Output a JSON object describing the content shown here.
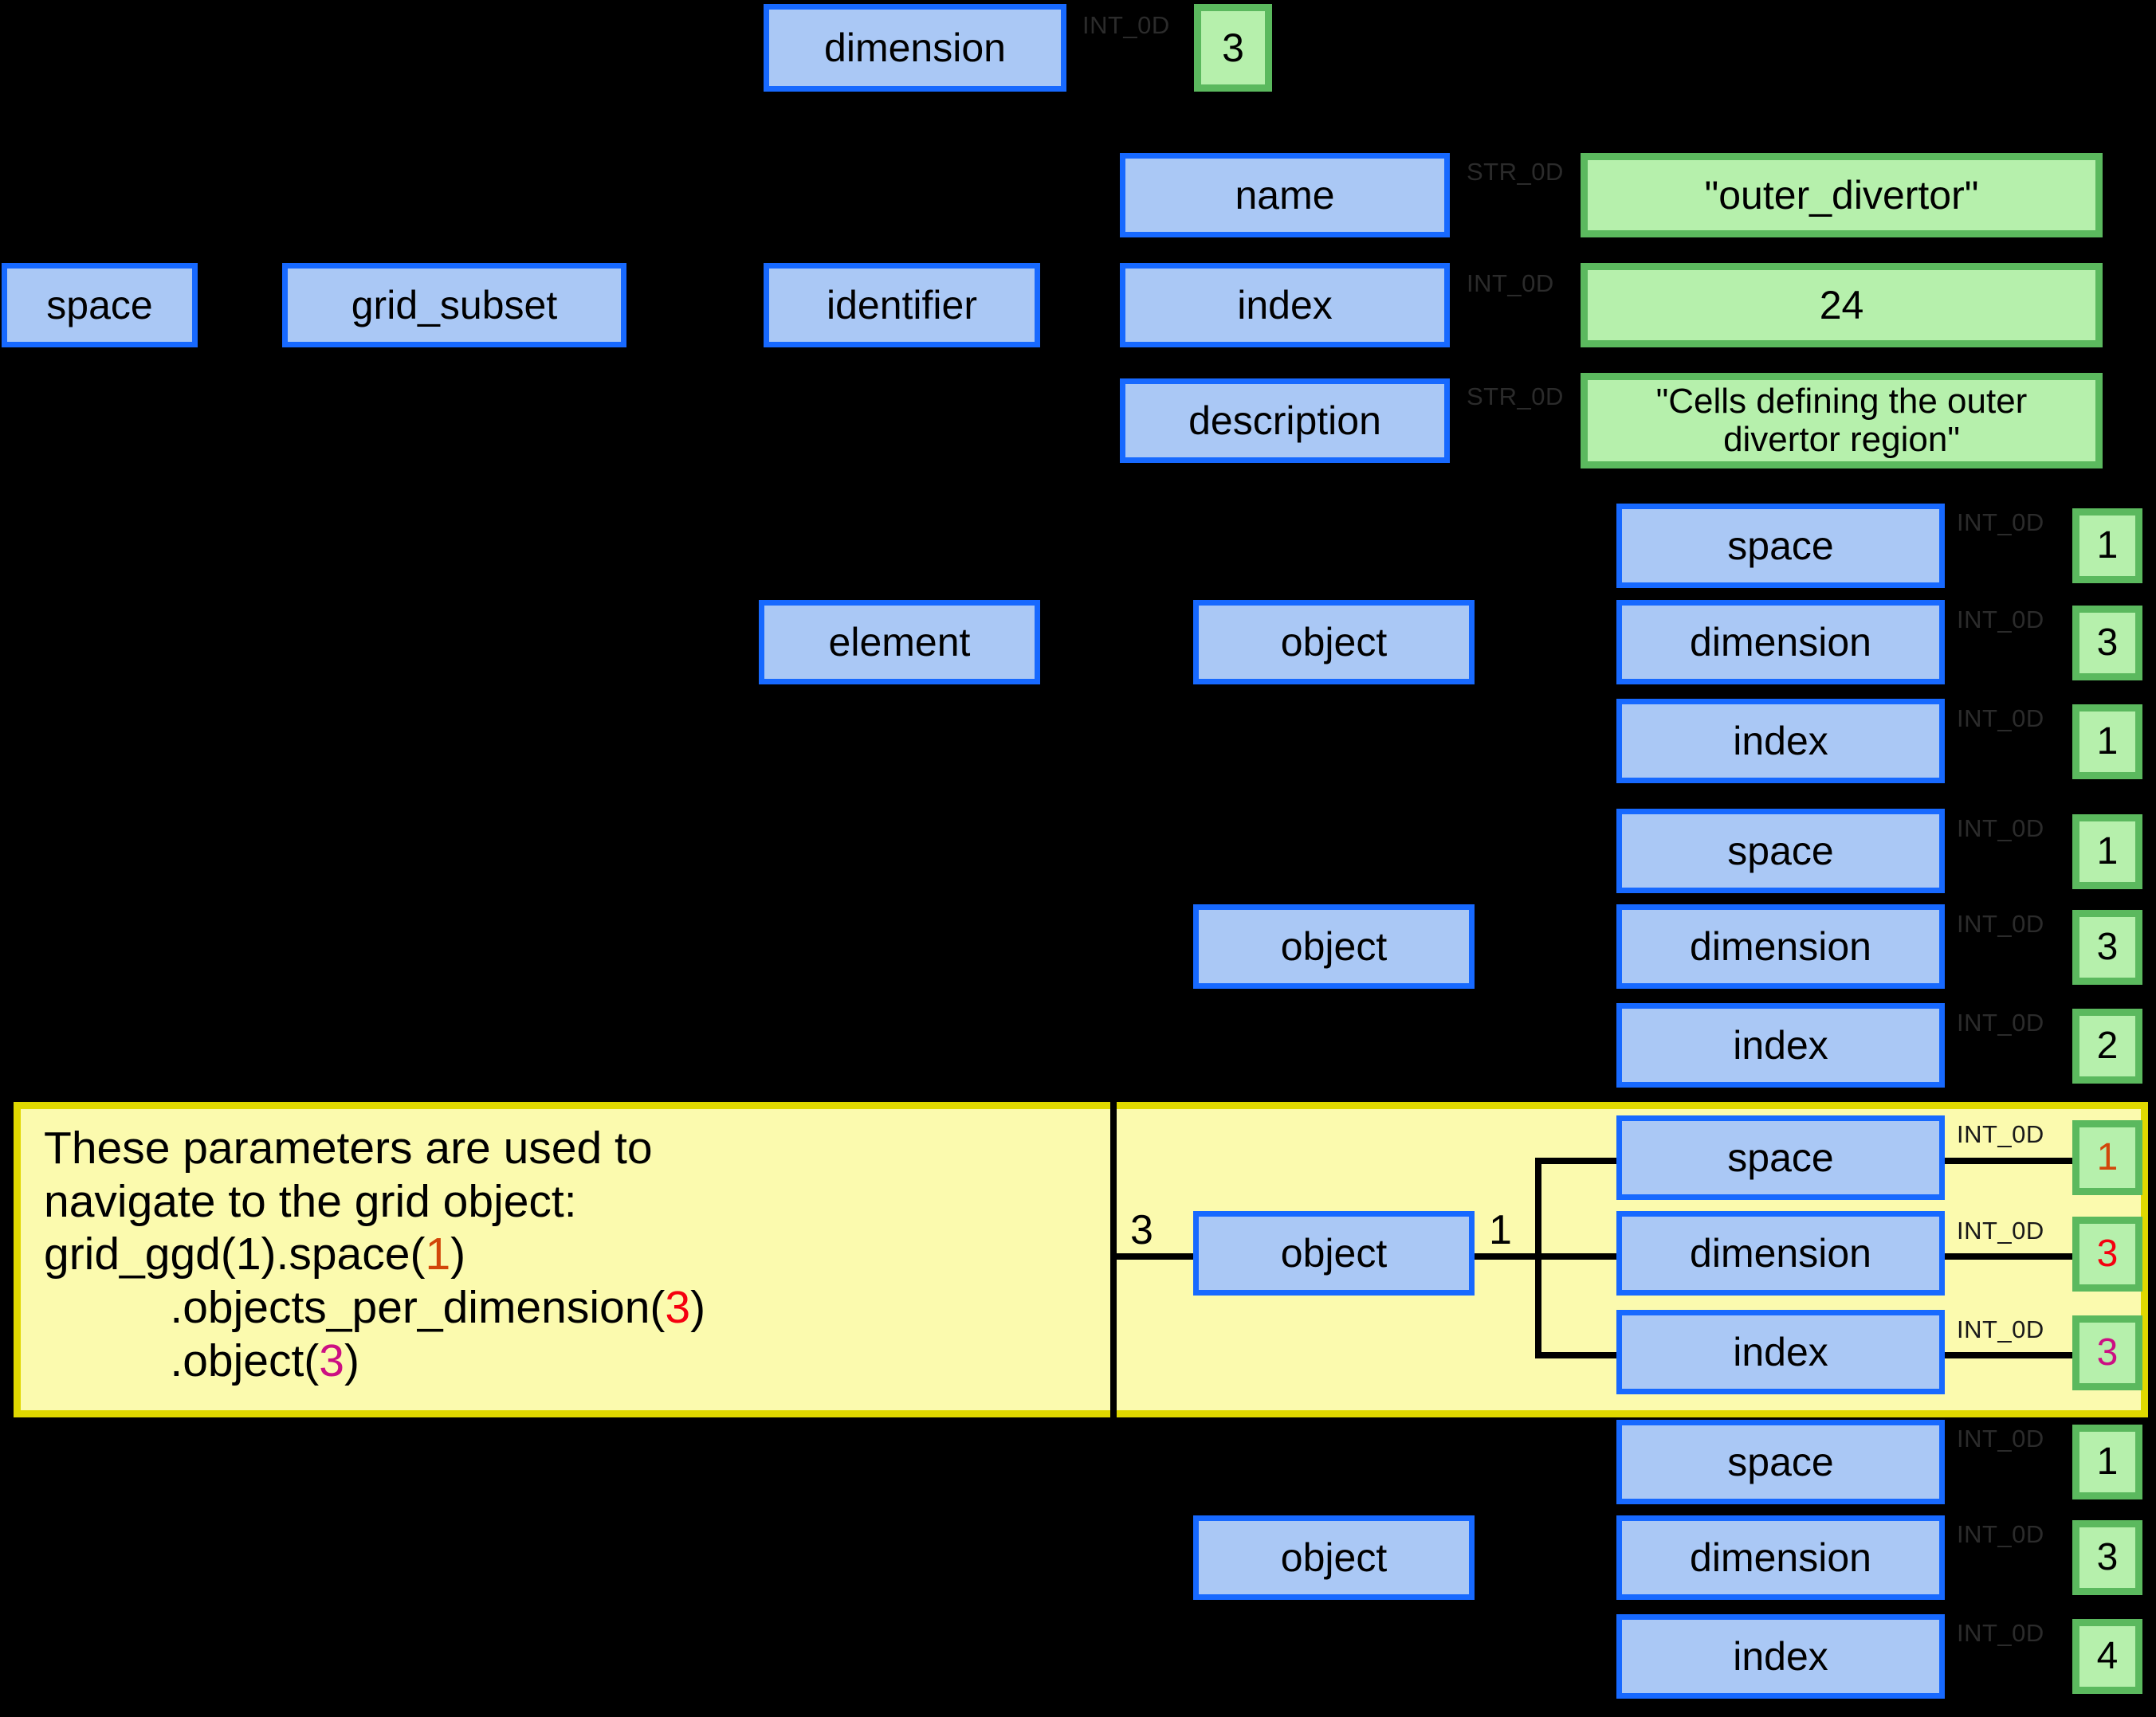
{
  "diagram": {
    "title": "IMAS grid_ggd grid_subset / element / object structure",
    "colors": {
      "node_fill": "#aac8f5",
      "node_border": "#1769ff",
      "value_fill": "#b6f0ac",
      "value_border": "#5bb95e",
      "highlight_fill": "#fbfaae",
      "highlight_border": "#e0d800",
      "background": "#000000",
      "accent_orange": "#d2460a",
      "accent_red": "#f5000f",
      "accent_magenta": "#cc0f83"
    },
    "type_labels": {
      "int": "INT_0D",
      "str": "STR_0D"
    },
    "nodes": {
      "space": "space",
      "grid_subset": "grid_subset",
      "identifier": "identifier",
      "element": "element",
      "dimension": "dimension",
      "name": "name",
      "index": "index",
      "description": "description",
      "object": "object"
    },
    "top_dimension": {
      "label": "dimension",
      "type": "INT_0D",
      "value": "3"
    },
    "identifier_fields": [
      {
        "label": "name",
        "type": "STR_0D",
        "value": "\"outer_divertor\""
      },
      {
        "label": "index",
        "type": "INT_0D",
        "value": "24"
      },
      {
        "label": "description",
        "type": "STR_0D",
        "value": "\"Cells defining the outer\ndivertor region\""
      }
    ],
    "element_label": "element",
    "object_groups": [
      {
        "object_label": "object",
        "highlighted": false,
        "fields": [
          {
            "label": "space",
            "type": "INT_0D",
            "value": "1",
            "color": ""
          },
          {
            "label": "dimension",
            "type": "INT_0D",
            "value": "3",
            "color": ""
          },
          {
            "label": "index",
            "type": "INT_0D",
            "value": "1",
            "color": ""
          }
        ]
      },
      {
        "object_label": "object",
        "highlighted": false,
        "fields": [
          {
            "label": "space",
            "type": "INT_0D",
            "value": "1",
            "color": ""
          },
          {
            "label": "dimension",
            "type": "INT_0D",
            "value": "3",
            "color": ""
          },
          {
            "label": "index",
            "type": "INT_0D",
            "value": "2",
            "color": ""
          }
        ]
      },
      {
        "object_label": "object",
        "highlighted": true,
        "mult_in": "3",
        "mult_out": "1",
        "fields": [
          {
            "label": "space",
            "type": "INT_0D",
            "value": "1",
            "color": "orange"
          },
          {
            "label": "dimension",
            "type": "INT_0D",
            "value": "3",
            "color": "red"
          },
          {
            "label": "index",
            "type": "INT_0D",
            "value": "3",
            "color": "magenta"
          }
        ]
      },
      {
        "object_label": "object",
        "highlighted": false,
        "fields": [
          {
            "label": "space",
            "type": "INT_0D",
            "value": "1",
            "color": ""
          },
          {
            "label": "dimension",
            "type": "INT_0D",
            "value": "3",
            "color": ""
          },
          {
            "label": "index",
            "type": "INT_0D",
            "value": "4",
            "color": ""
          }
        ]
      }
    ],
    "callout": {
      "line1": "These parameters are used to",
      "line2": "navigate to the grid object:",
      "line3_pre": "grid_ggd(1).space(",
      "line3_arg": "1",
      "line3_post": ")",
      "line4_pre": "          .objects_per_dimension(",
      "line4_arg": "3",
      "line4_post": ")",
      "line5_pre": "          .object(",
      "line5_arg": "3",
      "line5_post": ")"
    }
  }
}
